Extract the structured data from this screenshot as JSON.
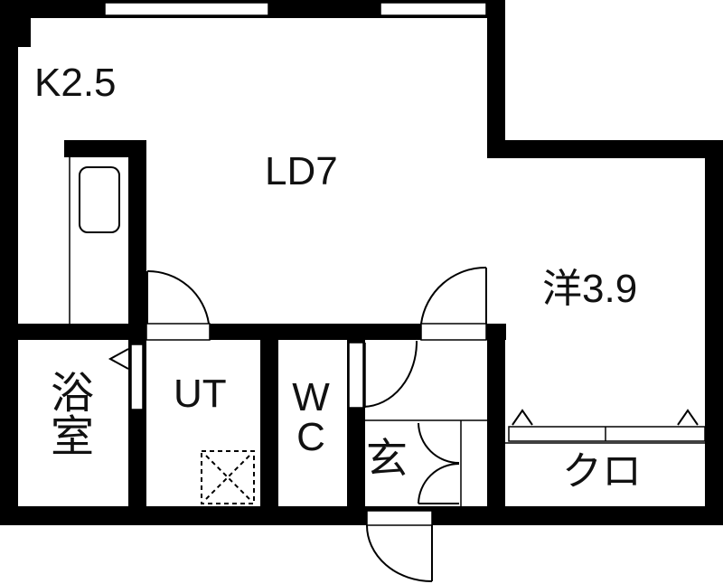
{
  "floorplan": {
    "rooms": {
      "kitchen": {
        "label": "K2.5"
      },
      "living_dining": {
        "label": "LD7"
      },
      "western_room": {
        "label": "洋3.9"
      },
      "bathroom": {
        "label_line1": "浴",
        "label_line2": "室"
      },
      "utility": {
        "label": "UT"
      },
      "toilet": {
        "label_line1": "W",
        "label_line2": "C"
      },
      "entrance": {
        "label": "玄"
      },
      "closet": {
        "label": "クロ"
      }
    },
    "colors": {
      "wall": "#000000",
      "background": "#ffffff"
    }
  }
}
